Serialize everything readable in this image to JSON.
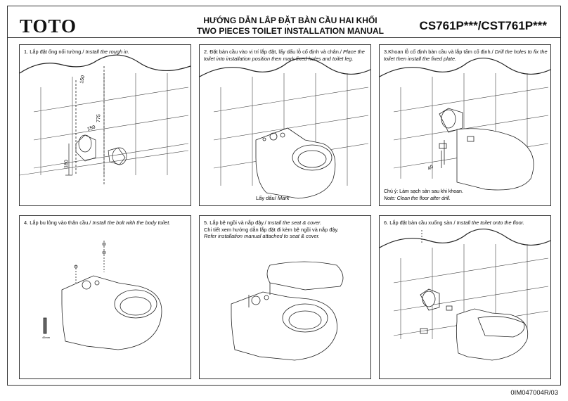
{
  "header": {
    "logo": "TOTO",
    "title_vn": "HƯỚNG DẪN LẮP ĐẶT BÀN CẦU HAI KHỐI",
    "title_en": "TWO PIECES TOILET INSTALLATION MANUAL",
    "model": "CS761P***/CST761P***"
  },
  "steps": [
    {
      "vn": "1. Lắp đặt ống nối tường./",
      "en": "Install the rough in.",
      "dims": [
        "150",
        "775",
        "150",
        "180"
      ]
    },
    {
      "vn": "2. Đặt bàn cầu vào vị trí lắp đặt, lấy dấu lỗ cố định và chân./",
      "en": "Place the toilet into installation position then mark fixed holes and toilet leg.",
      "mark_vn": "Lấy dấu/",
      "mark_en": "Mark"
    },
    {
      "vn": "3.Khoan lỗ cố định bàn cầu và lắp tấm cố định./",
      "en": "Drill the holes to fix the toilet then install the fixed plate.",
      "dim": "40",
      "note_vn": "Chú ý: Làm sạch sàn sau khi khoan.",
      "note_en": "Note: Clean the floor after drill."
    },
    {
      "vn": "4. Lắp bu lông vào thân cầu./",
      "en": "Install the bolt with the body toilet.",
      "bolt_label": "45mm"
    },
    {
      "vn": "5. Lắp bệ ngồi và nắp đậy./",
      "en": "Install the seat & cover.",
      "sub_vn": "Chi tiết xem hướng dẫn lắp đặt đi kèm bệ ngồi và nắp đậy.",
      "sub_en": "Refer installation manual attached to seat & cover."
    },
    {
      "vn": "6. Lắp đặt bàn cầu xuống sàn./",
      "en": "Install the toilet onto the floor."
    }
  ],
  "footer": {
    "code": "0IM047004R/03"
  }
}
